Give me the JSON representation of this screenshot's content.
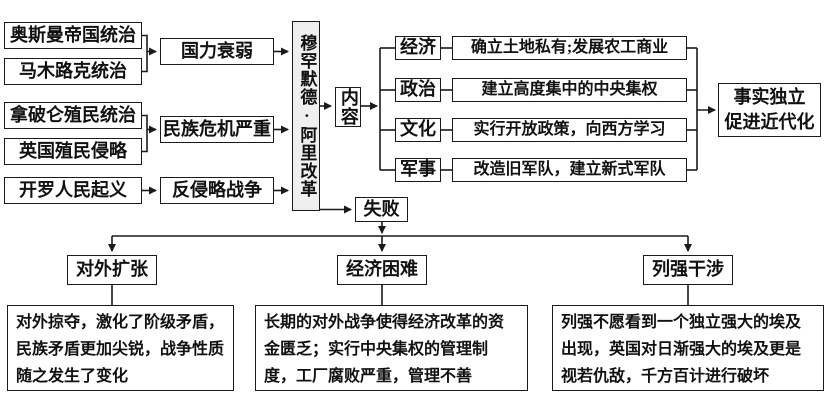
{
  "colors": {
    "background": "#ffffff",
    "box_border": "#1a1a1a",
    "reform_fill": "#efefef",
    "text": "#111111"
  },
  "causes": {
    "group1": {
      "factors": [
        "奥斯曼帝国统治",
        "马木路克统治"
      ],
      "result": "国力衰弱"
    },
    "group2": {
      "factors": [
        "拿破仑殖民统治",
        "英国殖民侵略"
      ],
      "result": "民族危机严重"
    },
    "group3": {
      "factors": [
        "开罗人民起义"
      ],
      "result": "反侵略战争"
    }
  },
  "reform": {
    "title": "穆罕默德·阿里改革"
  },
  "content": {
    "label": "内容",
    "categories": [
      {
        "name": "经济",
        "measure": "确立土地私有;发展农工商业"
      },
      {
        "name": "政治",
        "measure": "建立高度集中的中央集权"
      },
      {
        "name": "文化",
        "measure": "实行开放政策，向西方学习"
      },
      {
        "name": "军事",
        "measure": "改造旧军队，建立新式军队"
      }
    ],
    "outcome": {
      "line1": "事实独立",
      "line2": "促进近代化"
    }
  },
  "failure": {
    "label": "失败",
    "reasons": [
      {
        "title": "对外扩张",
        "detail": "对外掠夺，激化了阶级矛盾，民族矛盾更加尖锐，战争性质随之发生了变化"
      },
      {
        "title": "经济困难",
        "detail": "长期的对外战争使得经济改革的资金匮乏；实行中央集权的管理制度，工厂腐败严重，管理不善"
      },
      {
        "title": "列强干涉",
        "detail": "列强不愿看到一个独立强大的埃及出现，英国对日渐强大的埃及更是视若仇敌，千方百计进行破坏"
      }
    ]
  }
}
